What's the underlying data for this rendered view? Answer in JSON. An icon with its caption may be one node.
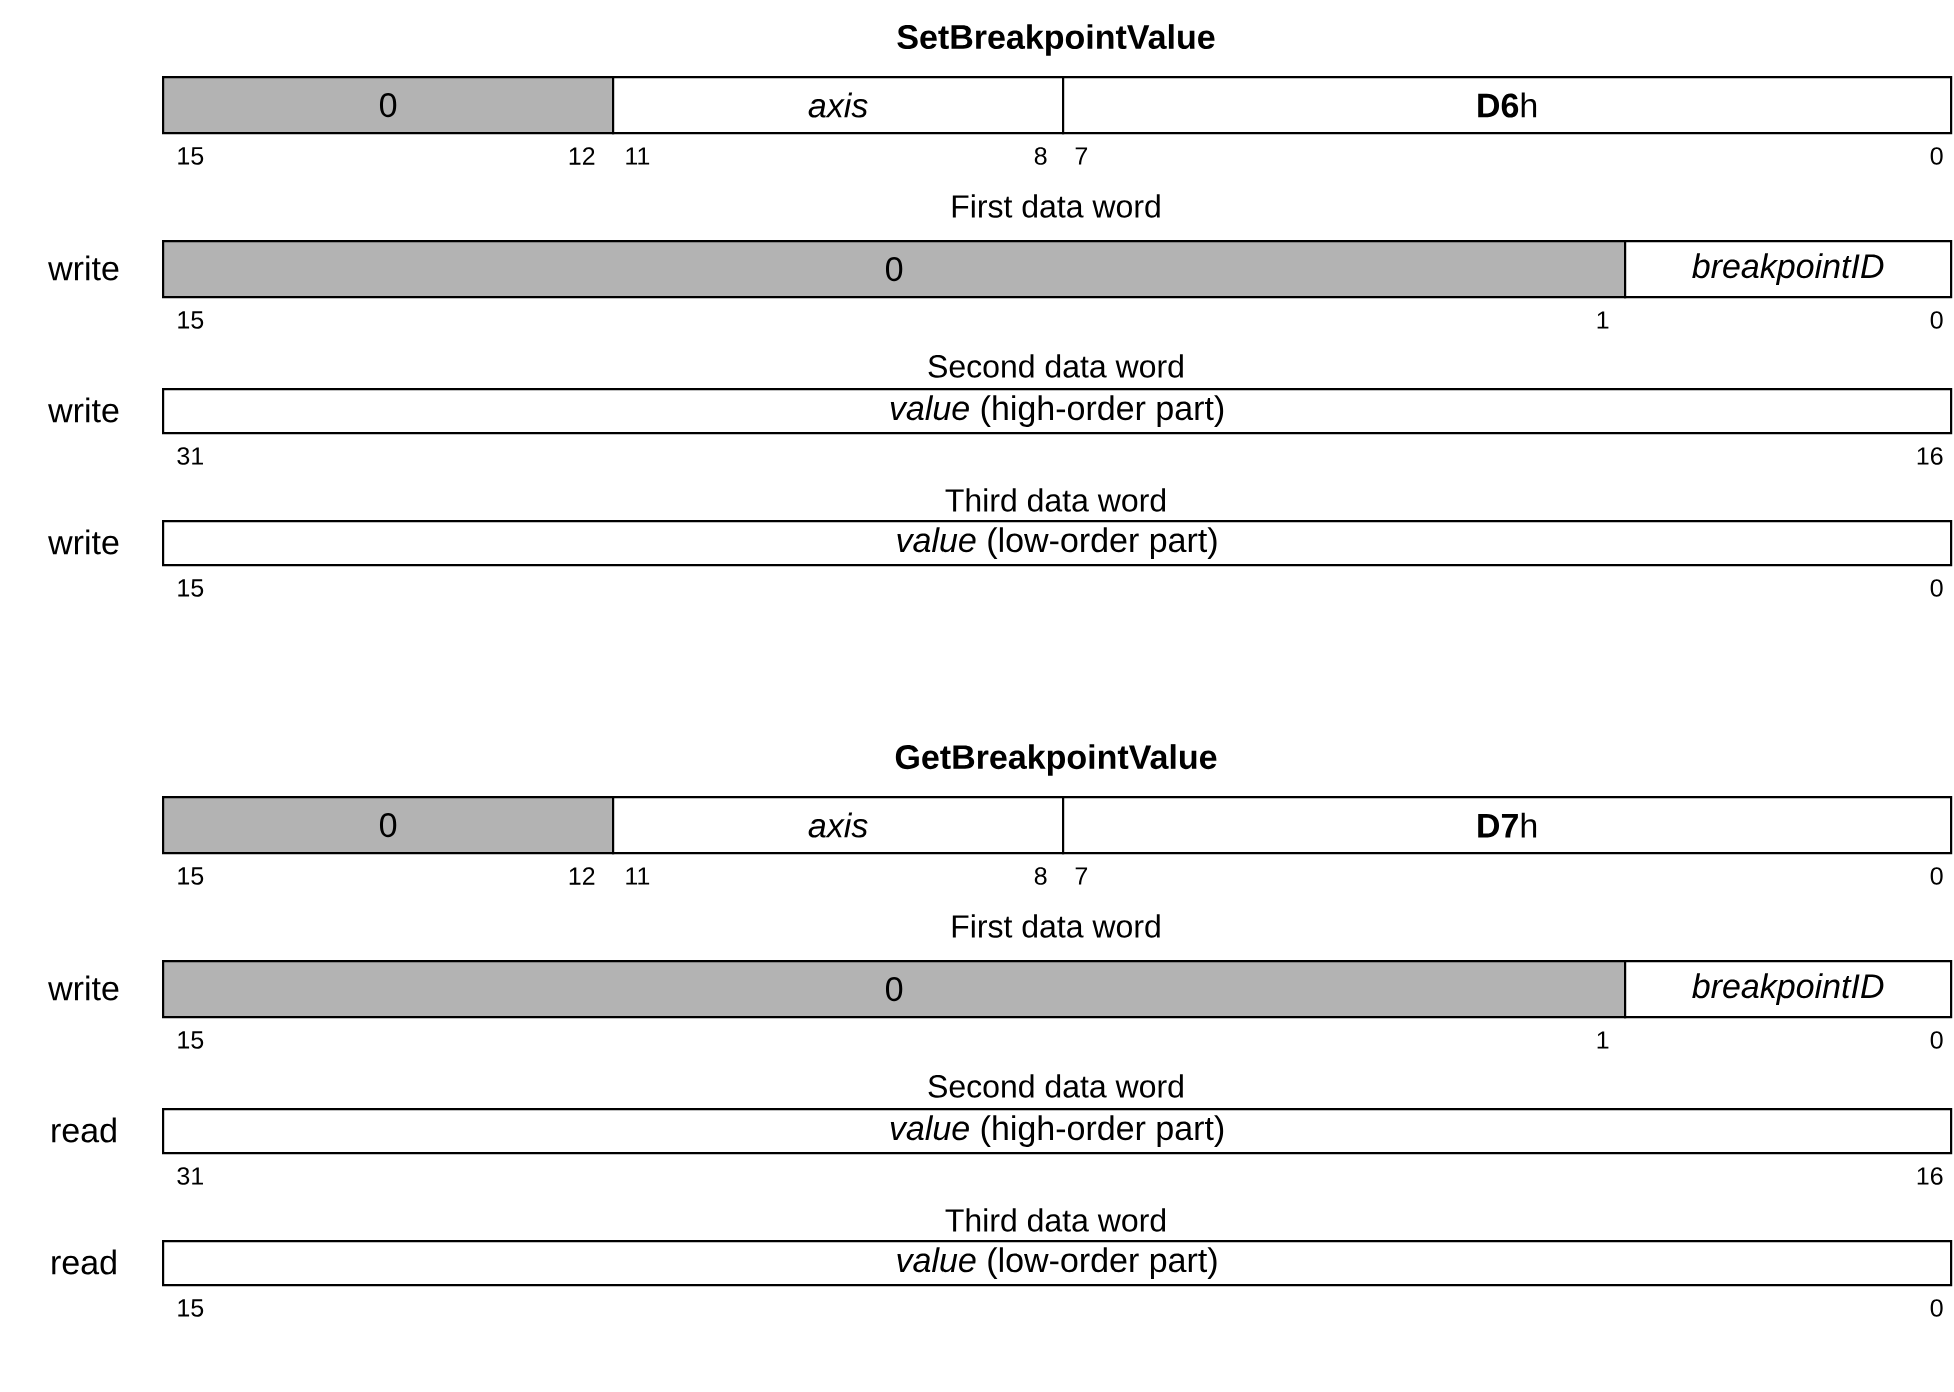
{
  "diagram": {
    "nodes": [
      {
        "text": [
          "0"
        ]
      },
      {
        "text": [
          "axis"
        ]
      },
      {
        "text": [
          "**D6**h"
        ]
      },
      {
        "text": [
          "0"
        ],
        "beside": [
          "write"
        ]
      },
      {
        "text": [
          "breakpointID"
        ]
      },
      {
        "text": [
          "*value* (high-order part)"
        ],
        "beside": [
          "write"
        ]
      },
      {
        "text": [
          "*value* (low-order part)"
        ],
        "beside": [
          "write"
        ]
      },
      {
        "text": [
          "0"
        ]
      },
      {
        "text": [
          "axis"
        ]
      },
      {
        "text": [
          "**D7**h"
        ]
      },
      {
        "text": [
          "0"
        ],
        "beside": [
          "write"
        ]
      },
      {
        "text": [
          "breakpointID"
        ]
      },
      {
        "text": [
          "*value* (high-order part)"
        ],
        "beside": [
          "read"
        ]
      },
      {
        "text": [
          "*value* (low-order part)"
        ],
        "beside": [
          "read"
        ]
      }
    ],
    "labels": [
      "SetBreakpointValue",
      "15",
      "12",
      "11",
      "8",
      "7",
      "0",
      "First data word",
      "15",
      "1",
      "0",
      "Second data word",
      "31",
      "16",
      "Third data word",
      "15",
      "0",
      "GetBreakpointValue",
      "15",
      "12",
      "11",
      "8",
      "7",
      "0",
      "First data word",
      "15",
      "1",
      "0",
      "Second data word",
      "31",
      "16",
      "Third data word",
      "15",
      "0"
    ]
  }
}
